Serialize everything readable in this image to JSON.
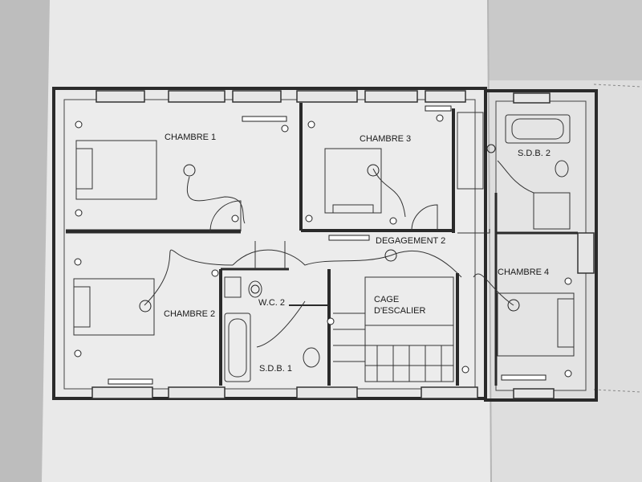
{
  "plan": {
    "rooms": {
      "chambre1": "CHAMBRE 1",
      "chambre2": "CHAMBRE 2",
      "chambre3": "CHAMBRE 3",
      "chambre4": "CHAMBRE 4",
      "sdb1": "S.D.B. 1",
      "sdb2": "S.D.B. 2",
      "wc2": "W.C. 2",
      "degagement": "DEGAGEMENT 2",
      "cage_line1": "CAGE",
      "cage_line2": "D'ESCALIER"
    },
    "colors": {
      "paper": "#e8e8e8",
      "background": "#cfcfcf",
      "ink": "#2a2a2a"
    }
  }
}
